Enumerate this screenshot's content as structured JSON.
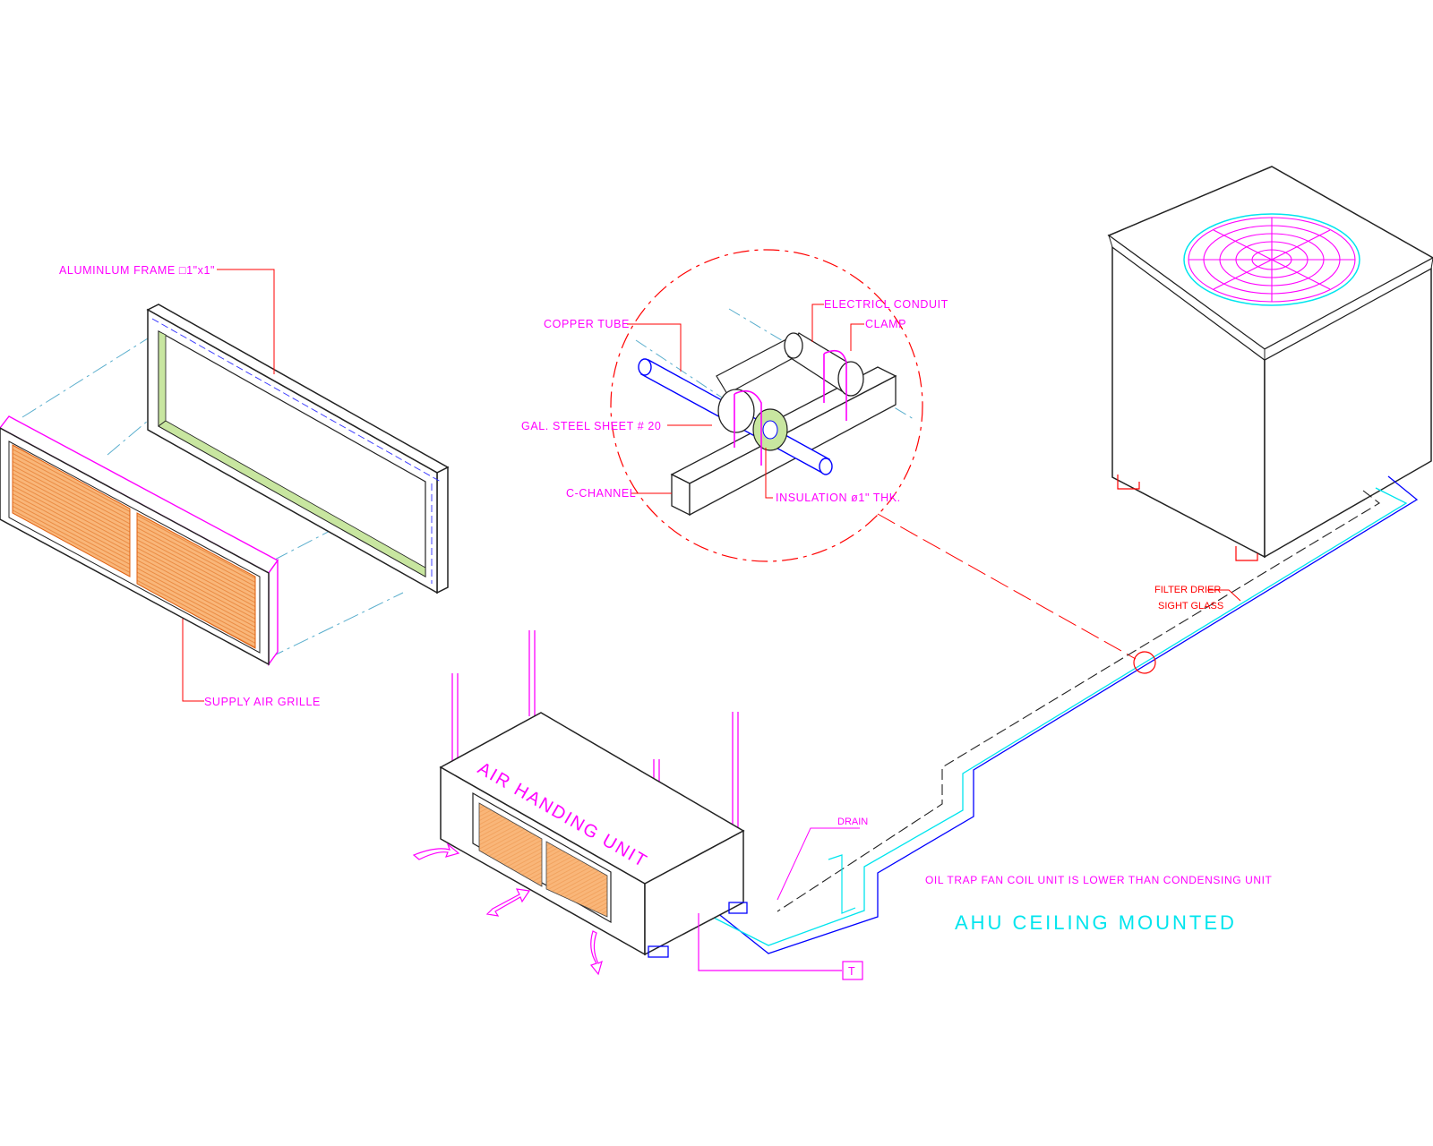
{
  "colors": {
    "background": "#ffffff",
    "magenta": "#ff00ff",
    "red": "#ff0000",
    "blue": "#0000ff",
    "cyan": "#00e5ee",
    "orange_fill": "#f9b679",
    "green_fill": "#c8e6a0",
    "outline": "#222222"
  },
  "labels": {
    "aluminium_frame": "ALUMINLUM FRAME  □1\"x1\"",
    "supply_air_grille": "SUPPLY AIR GRILLE",
    "copper_tube": "COPPER TUBE",
    "electrical_conduit": "ELECTRICL CONDUIT",
    "clamp": "CLAMP",
    "gal_steel_sheet": "GAL. STEEL SHEET # 20",
    "c_channel": "C-CHANNEL",
    "insulation": "INSULATION ø1\" THK.",
    "filter_drier": "FILTER DRIER",
    "sight_glass": "SIGHT GLASS",
    "drain": "DRAIN",
    "air_handling_unit": "AIR HANDING UNIT",
    "oil_trap_note": "OIL TRAP FAN COIL UNIT IS LOWER THAN CONDENSING UNIT",
    "drawing_title": "AHU CEILING MOUNTED",
    "thermostat": "T"
  }
}
